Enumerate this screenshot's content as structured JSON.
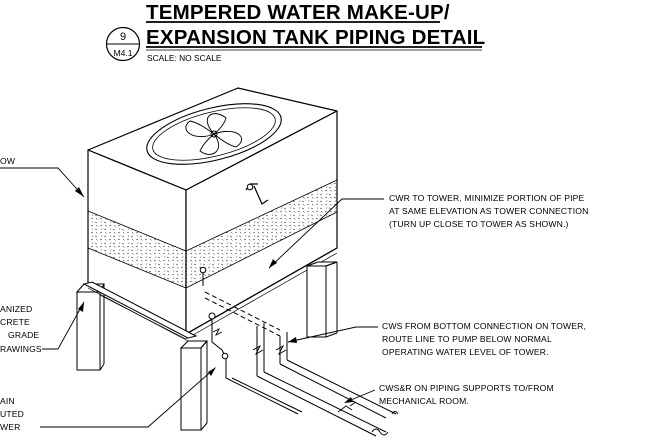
{
  "title": {
    "line1": "TEMPERED WATER MAKE-UP/",
    "line2": "EXPANSION TANK PIPING DETAIL",
    "detail_number": "9",
    "sheet": "M4.1",
    "scale": "SCALE: NO SCALE"
  },
  "notes_right": [
    [
      "CWR TO TOWER, MINIMIZE PORTION OF PIPE",
      "AT SAME ELEVATION AS TOWER CONNECTION",
      "(TURN UP CLOSE TO TOWER AS SHOWN.)"
    ],
    [
      "CWS FROM BOTTOM CONNECTION ON TOWER,",
      "ROUTE LINE TO PUMP BELOW NORMAL",
      "OPERATING WATER LEVEL OF TOWER."
    ],
    [
      "CWS&R ON PIPING SUPPORTS TO/FROM",
      "MECHANICAL ROOM."
    ]
  ],
  "notes_left": [
    [
      "OW"
    ],
    [
      "ANIZED",
      "CRETE",
      "GRADE",
      "RAWINGS"
    ],
    [
      "AIN",
      "UTED",
      "WER"
    ]
  ]
}
